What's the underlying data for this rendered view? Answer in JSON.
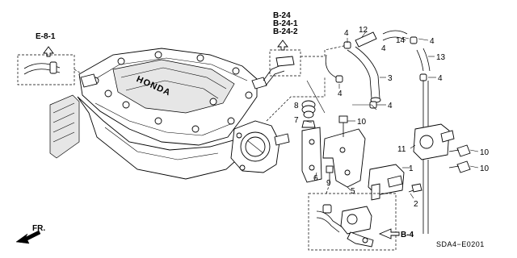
{
  "diagram": {
    "references": {
      "e81": "E-8-1",
      "b24": "B-24",
      "b241": "B-24-1",
      "b242": "B-24-2",
      "b4": "B-4"
    },
    "engine_logo": "HONDA",
    "front_label": "FR.",
    "diagram_code": "SDA4−E0201",
    "callouts": {
      "c1": "1",
      "c2": "2",
      "c3": "3",
      "c4a": "4",
      "c4b": "4",
      "c4c": "4",
      "c4d": "4",
      "c4e": "4",
      "c4f": "4",
      "c5": "5",
      "c6": "6",
      "c7": "7",
      "c8": "8",
      "c9": "9",
      "c10a": "10",
      "c10b": "10",
      "c10c": "10",
      "c11": "11",
      "c12": "12",
      "c13": "13",
      "c14": "14"
    }
  }
}
